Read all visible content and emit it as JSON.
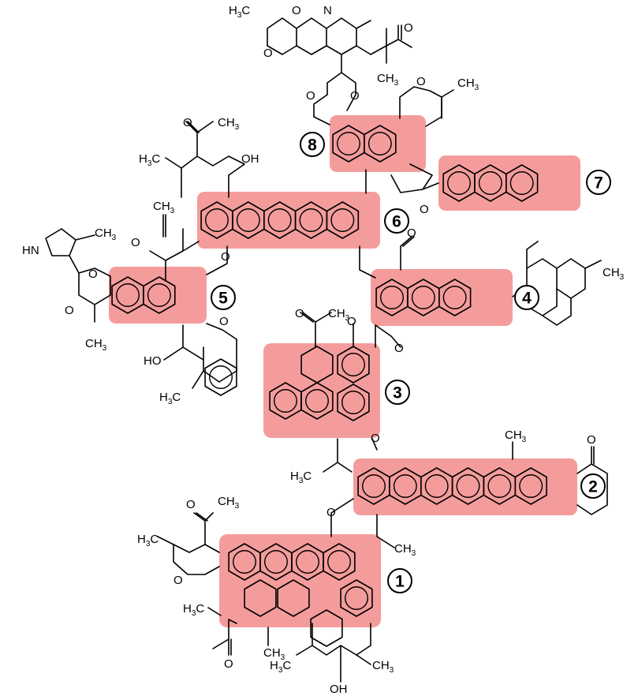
{
  "labels": {
    "n_pyridine": "N",
    "o": "O",
    "oh": "OH",
    "ho": "HO",
    "hn": "HN",
    "h3c": "H3C",
    "ch3": "CH3"
  },
  "segments": [
    {
      "id": "1",
      "label": "1",
      "color": "#f28b8b"
    },
    {
      "id": "2",
      "label": "2",
      "color": "#f28b8b"
    },
    {
      "id": "3",
      "label": "3",
      "color": "#f28b8b"
    },
    {
      "id": "4",
      "label": "4",
      "color": "#f28b8b"
    },
    {
      "id": "5",
      "label": "5",
      "color": "#f28b8b"
    },
    {
      "id": "6",
      "label": "6",
      "color": "#f28b8b"
    },
    {
      "id": "7",
      "label": "7",
      "color": "#f28b8b"
    },
    {
      "id": "8",
      "label": "8",
      "color": "#f28b8b"
    }
  ]
}
